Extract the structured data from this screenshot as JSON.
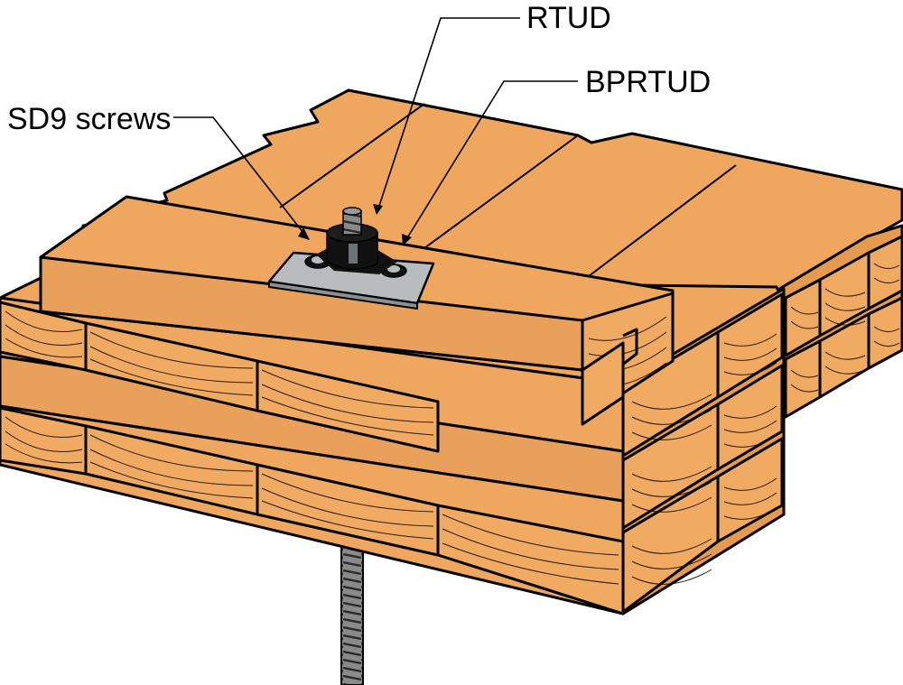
{
  "callouts": {
    "sd9": "SD9 screws",
    "rtud": "RTUD",
    "bprtud": "BPRTUD"
  },
  "colors": {
    "wood_face": "#efa65e",
    "wood_side": "#e59a50",
    "wood_end": "#f0aa62",
    "plate": "#b9bcbd",
    "plate_edge": "#8d9091",
    "device": "#111111",
    "rod": "#8a8a8a",
    "outline": "#000000"
  }
}
